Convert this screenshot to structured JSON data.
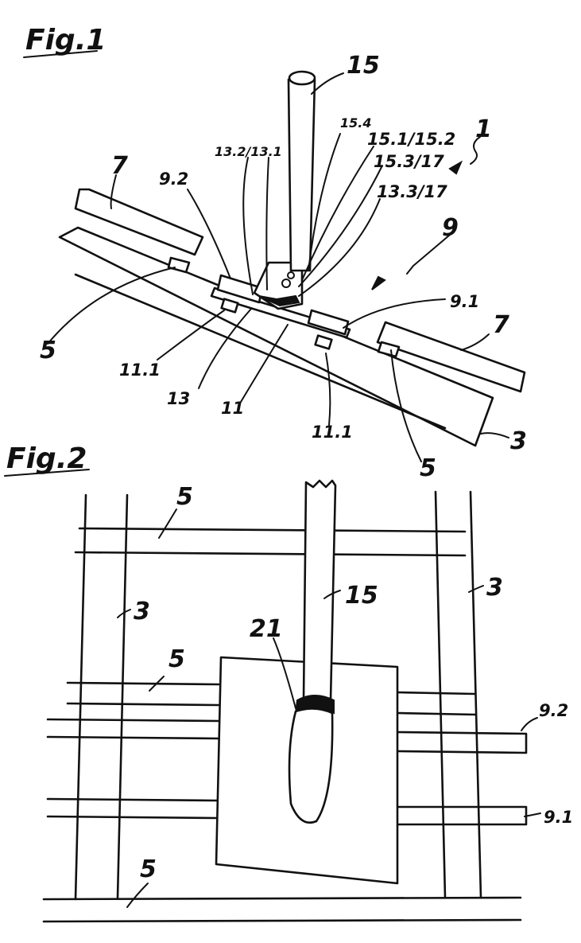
{
  "figures": [
    {
      "title": "Fig.1",
      "labels": {
        "pole": "15",
        "pole_top_part": "15.4",
        "clamp_refs": "15.1/15.2",
        "assembly": "1",
        "clamp_refs_2": "15.3/17",
        "plate_refs_top": "13.2/13.1",
        "plate_ref_3": "13.3/17",
        "tile_left": "7",
        "rail_upper": "9.2",
        "mount": "9",
        "rail_lower": "9.1",
        "tile_right": "7",
        "batten_left": "5",
        "clip_left": "11.1",
        "plate": "13",
        "base": "11",
        "clip_right": "11.1",
        "rafter": "3",
        "batten_right": "5"
      }
    },
    {
      "title": "Fig.2",
      "labels": {
        "batten_top": "5",
        "pole": "15",
        "rafter_left": "3",
        "rafter_right": "3",
        "plate": "21",
        "batten_mid": "5",
        "rail_upper": "9.2",
        "rail_lower": "9.1",
        "batten_bottom": "5"
      }
    }
  ]
}
